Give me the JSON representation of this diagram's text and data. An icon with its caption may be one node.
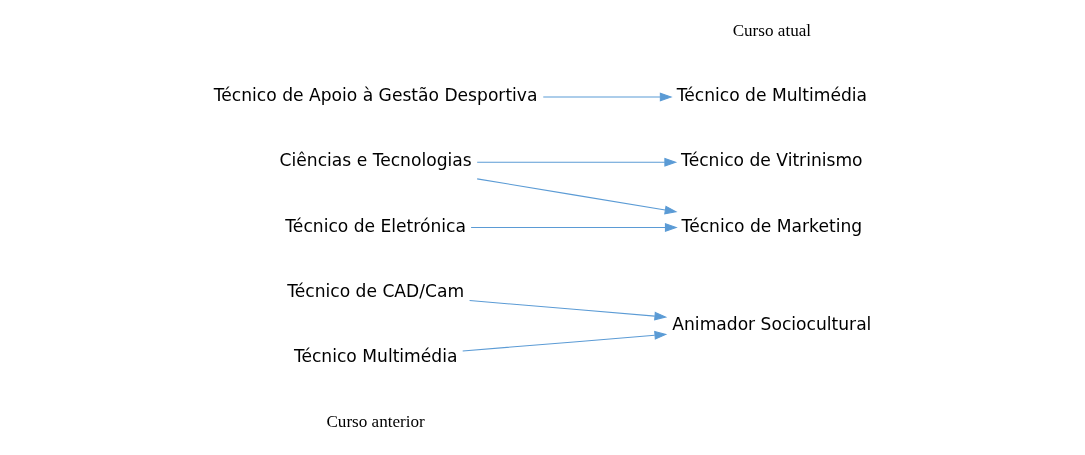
{
  "diagram": {
    "nodes": [
      {
        "text": [
          "Técnico de CAD/Cam"
        ]
      },
      {
        "text": [
          "Animador Sociocultural"
        ]
      },
      {
        "text": [
          "Técnico Multimédia"
        ]
      },
      {
        "text": [
          "Ciências e Tecnologias"
        ]
      },
      {
        "text": [
          "Técnico de Vitrinismo"
        ]
      },
      {
        "text": [
          "Técnico de Eletrónica"
        ]
      },
      {
        "text": [
          "Técnico de Marketing"
        ]
      },
      {
        "text": [
          "Técnico de Apoio à Gestão Desportiva"
        ]
      },
      {
        "text": [
          "Técnico de Multimédia"
        ]
      }
    ],
    "edges": [
      {
        "from": 0,
        "to": 1,
        "arrow": "to"
      },
      {
        "from": 2,
        "to": 1,
        "arrow": "to"
      },
      {
        "from": 3,
        "to": 4,
        "arrow": "to"
      },
      {
        "from": 3,
        "to": 6,
        "arrow": "to"
      },
      {
        "from": 5,
        "to": 6,
        "arrow": "to"
      },
      {
        "from": 7,
        "to": 8,
        "arrow": "to"
      }
    ],
    "labels": [
      "Curso anterior",
      "Curso atual"
    ]
  }
}
